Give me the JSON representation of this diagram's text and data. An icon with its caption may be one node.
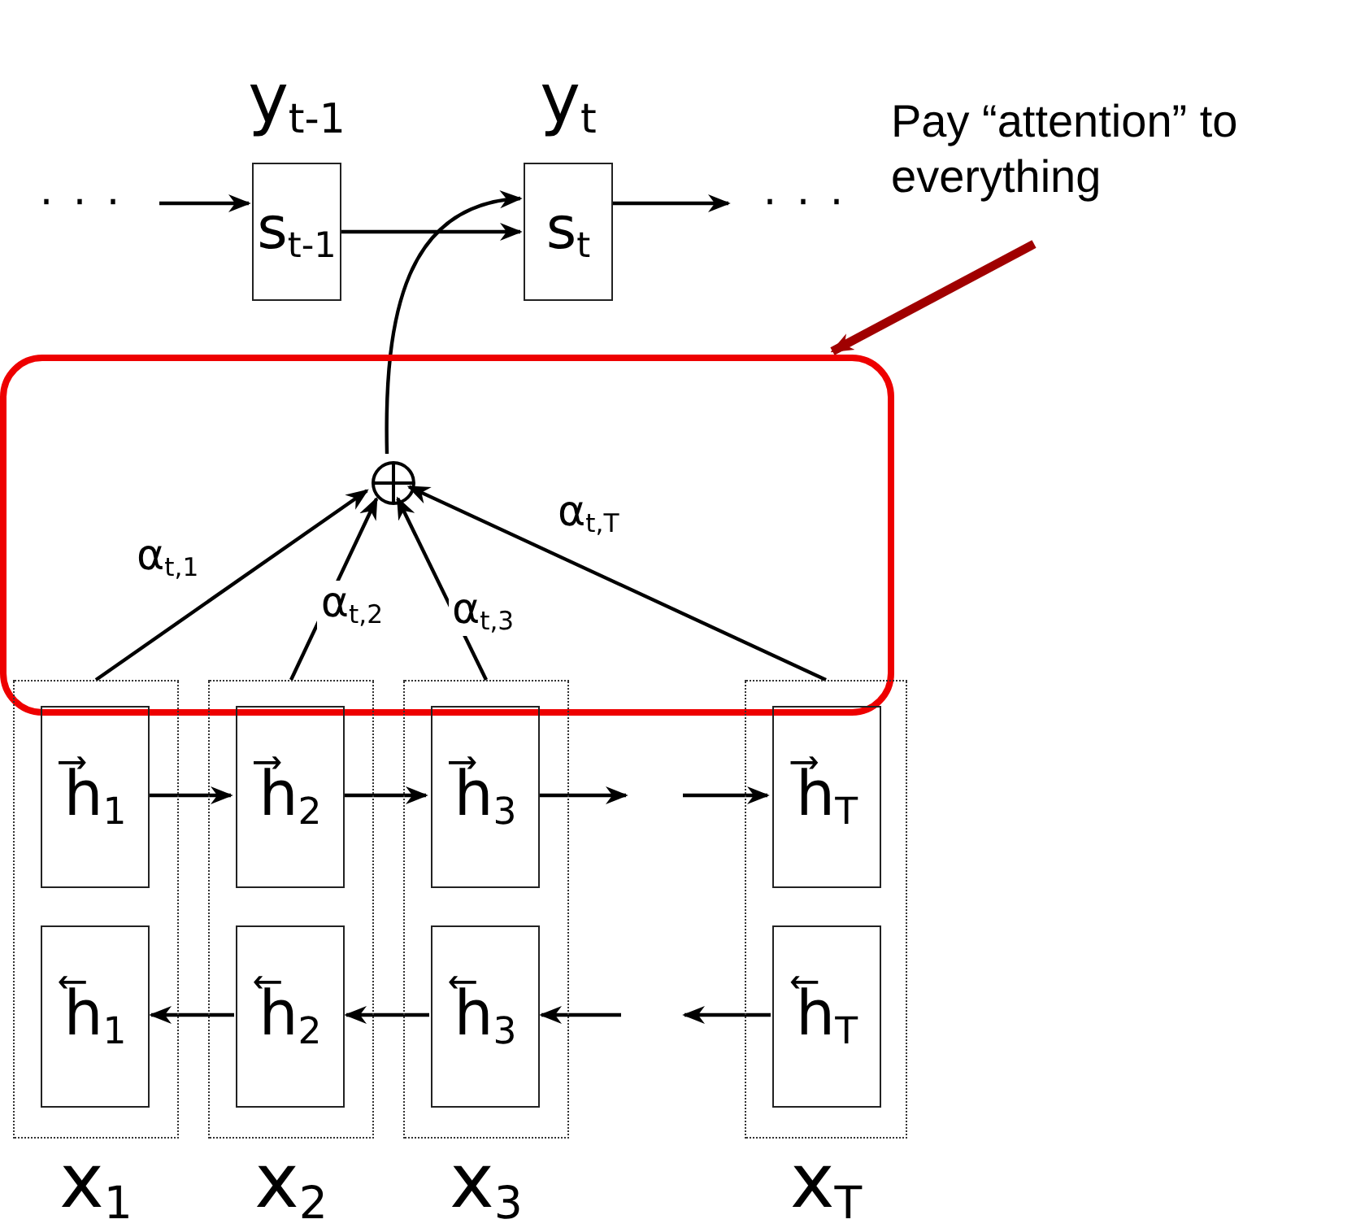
{
  "diagram": {
    "nodes": [
      {
        "text": [
          "· · ·"
        ]
      },
      {
        "text": [
          "s$_{t-1}$"
        ],
        "beside": [
          "y$_{t-1}$"
        ]
      },
      {
        "text": [
          "s$_{t}$"
        ],
        "beside": [
          "y$_{t}$"
        ]
      },
      {
        "text": [
          "· · ·"
        ]
      },
      {
        "text": [
          "Pay “attention” to everything"
        ]
      },
      {
        "text": [],
        "shape": "box"
      },
      {
        "text": [],
        "shape": "circle",
        "in": 5
      },
      {
        "text": [
          "x$_{1}$"
        ]
      },
      {
        "text": [
          "h⃗$_{1}$"
        ],
        "in": 7
      },
      {
        "text": [
          "h⃖$_{1}$"
        ],
        "in": 7
      },
      {
        "text": [
          "x$_{2}$"
        ]
      },
      {
        "text": [
          "h⃗$_{2}$"
        ],
        "in": 10
      },
      {
        "text": [
          "h⃖$_{2}$"
        ],
        "in": 10
      },
      {
        "text": [
          "x$_{3}$"
        ]
      },
      {
        "text": [
          "h⃗$_{3}$"
        ],
        "in": 13
      },
      {
        "text": [
          "h⃖$_{3}$"
        ],
        "in": 13
      },
      {
        "text": [
          "x$_{T}$"
        ]
      },
      {
        "text": [
          "h⃗$_{T}$"
        ],
        "in": 16
      },
      {
        "text": [
          "h⃖$_{T}$"
        ],
        "in": 16
      }
    ],
    "edges": [
      {
        "from": 0,
        "to": 1,
        "arrow": "to"
      },
      {
        "from": 1,
        "to": 2,
        "arrow": "to"
      },
      {
        "from": 2,
        "to": 3,
        "arrow": "to"
      },
      {
        "from": 6,
        "to": 2,
        "arrow": "to"
      },
      {
        "from": 4,
        "to": 5,
        "arrow": "to",
        "style": "thick",
        "color": "#a00000"
      },
      {
        "from": 7,
        "to": 6,
        "arrow": "to",
        "label": "α$_{t,1}$"
      },
      {
        "from": 10,
        "to": 6,
        "arrow": "to",
        "label": "α$_{t,2}$"
      },
      {
        "from": 13,
        "to": 6,
        "arrow": "to",
        "label": "α$_{t,3}$"
      },
      {
        "from": 16,
        "to": 6,
        "arrow": "to",
        "label": "α$_{t,T}$"
      },
      {
        "from": 8,
        "to": 11,
        "arrow": "to"
      },
      {
        "from": 11,
        "to": 14,
        "arrow": "to"
      },
      {
        "from": 14,
        "to": null,
        "arrow": "to"
      },
      {
        "from": null,
        "to": 17,
        "arrow": "to"
      },
      {
        "from": 12,
        "to": 9,
        "arrow": "to"
      },
      {
        "from": 15,
        "to": 12,
        "arrow": "to"
      },
      {
        "from": null,
        "to": 15,
        "arrow": "to"
      },
      {
        "from": 18,
        "to": null,
        "arrow": "to"
      }
    ]
  }
}
